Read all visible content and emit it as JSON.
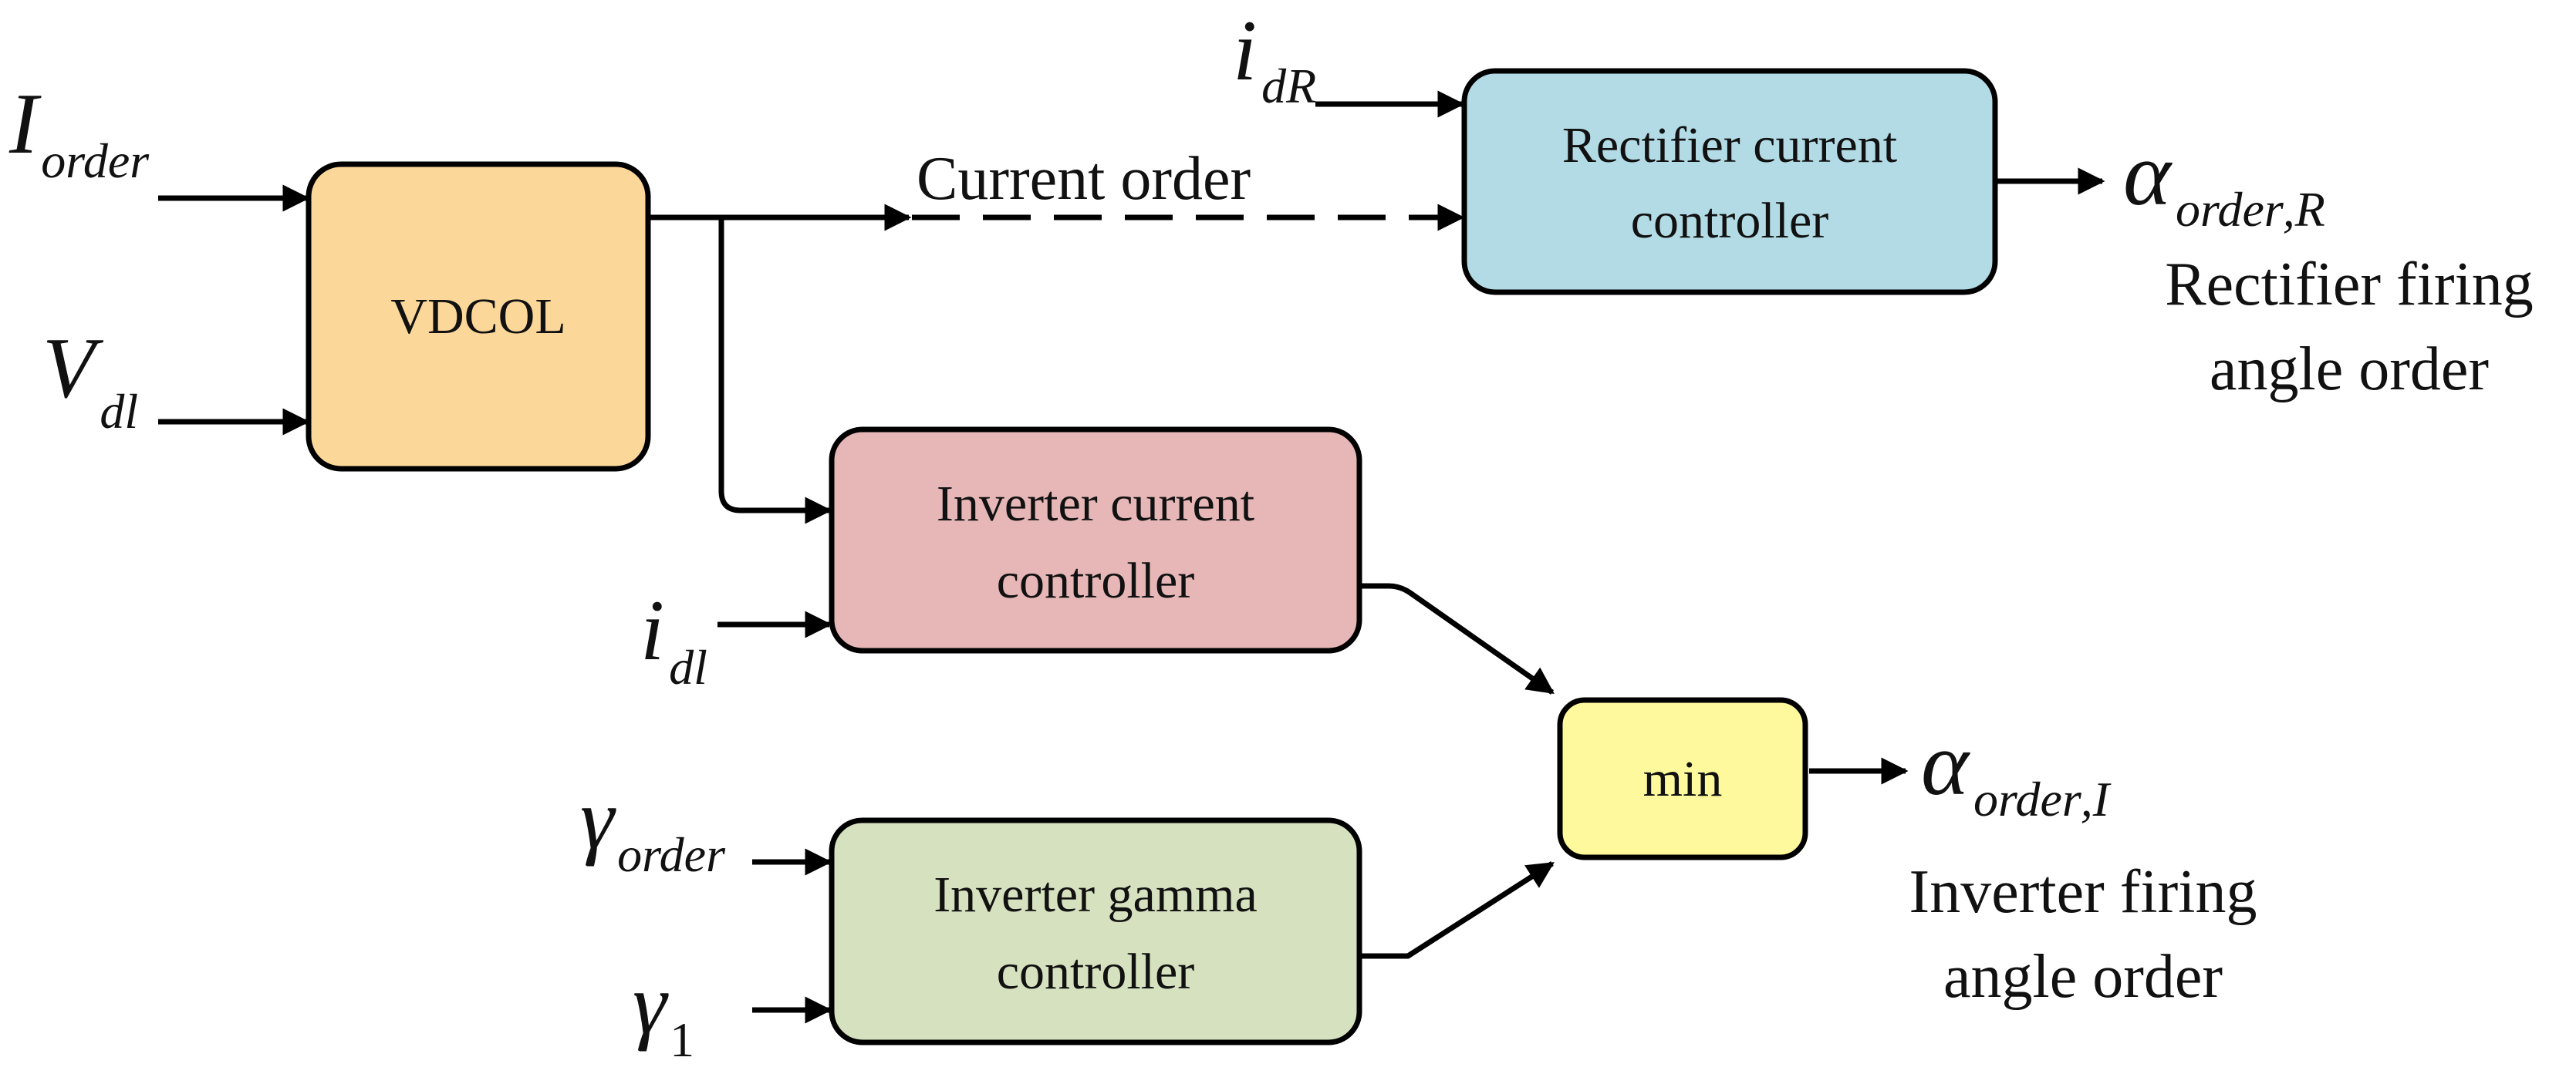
{
  "blocks": {
    "vdcol": {
      "label": "VDCOL",
      "color": "#fcd79a"
    },
    "rectifier_cc": {
      "line1": "Rectifier current",
      "line2": "controller",
      "color": "#b2dbe6"
    },
    "inverter_cc": {
      "line1": "Inverter current",
      "line2": "controller",
      "color": "#e6b7b6"
    },
    "inverter_gc": {
      "line1": "Inverter gamma",
      "line2": "controller",
      "color": "#d6e2bf"
    },
    "min": {
      "label": "min",
      "color": "#fdf99c"
    }
  },
  "signals": {
    "i_order": {
      "main": "I",
      "sub": "order"
    },
    "v_dl": {
      "main": "V",
      "sub": "dl"
    },
    "i_dR": {
      "main": "i",
      "sub": "dR"
    },
    "i_dl": {
      "main": "i",
      "sub": "dl"
    },
    "gamma_order": {
      "main": "γ",
      "sub": "order"
    },
    "gamma_1": {
      "main": "γ",
      "sub": "1"
    },
    "current_order": "Current order",
    "alpha_R": {
      "main": "α",
      "sub": "order",
      "suffix": ",R"
    },
    "alpha_I": {
      "main": "α",
      "sub": "order",
      "suffix": ",I"
    }
  },
  "captions": {
    "rectifier": {
      "line1": "Rectifier firing",
      "line2": "angle order"
    },
    "inverter": {
      "line1": "Inverter firing",
      "line2": "angle order"
    }
  }
}
